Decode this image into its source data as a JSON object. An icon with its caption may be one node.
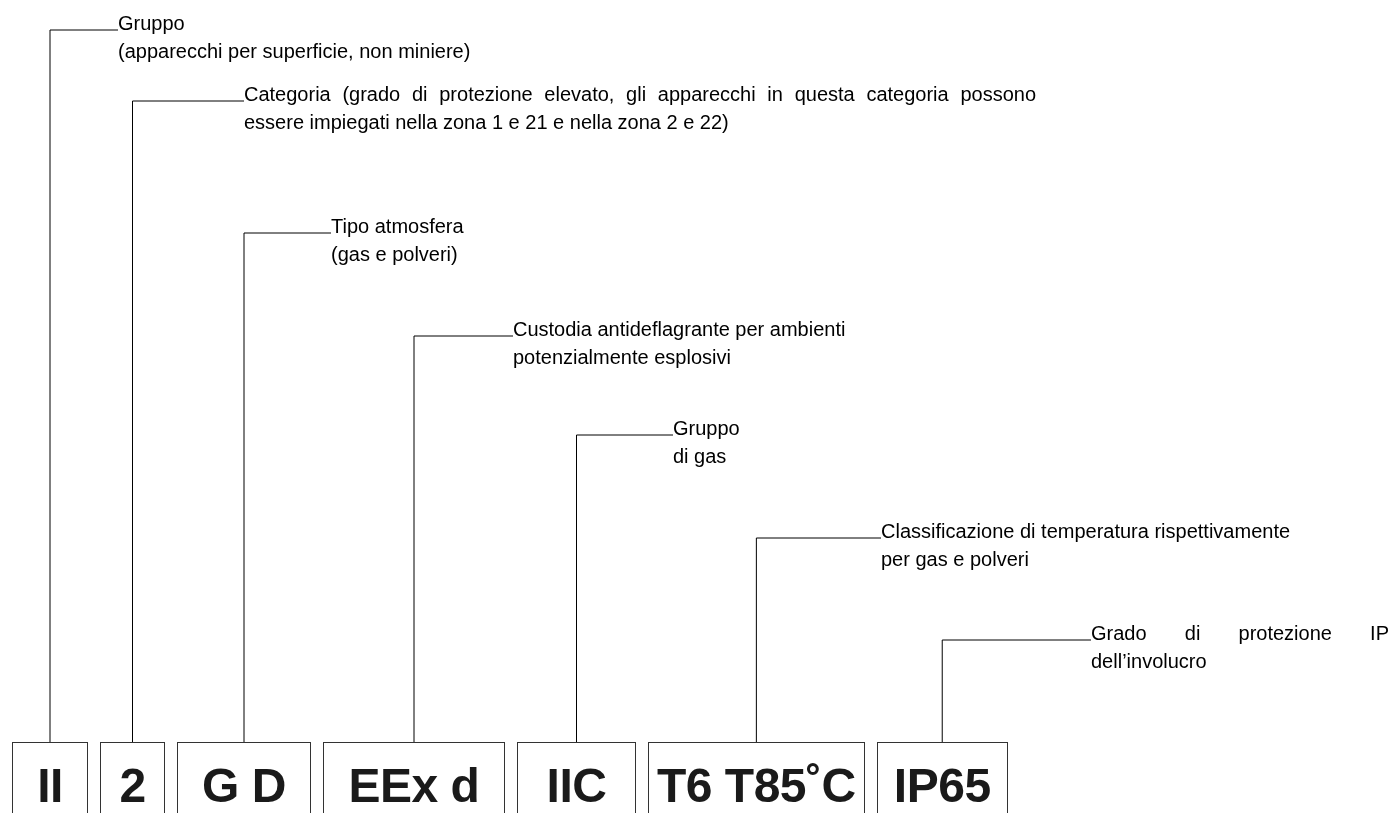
{
  "diagram": {
    "nodes": [
      {
        "text": [
          "Gruppo",
          "(apparecchi per superficie, non miniere)"
        ]
      },
      {
        "text": [
          "Categoria (grado di protezione elevato, gli apparecchi in questa categoria possono essere impiegati nella zona 1 e 21 e nella zona 2 e 22)"
        ]
      },
      {
        "text": [
          "Tipo atmosfera",
          "(gas e polveri)"
        ]
      },
      {
        "text": [
          "Custodia antideflagrante per ambienti potenzialmente esplosivi"
        ]
      },
      {
        "text": [
          "Gruppo",
          "di gas"
        ]
      },
      {
        "text": [
          "Classificazione di temperatura rispettivamente per gas e polveri"
        ]
      },
      {
        "text": [
          "Grado di protezione IP dell’involucro"
        ]
      },
      {
        "text": [
          "II"
        ]
      },
      {
        "text": [
          "2"
        ]
      },
      {
        "text": [
          "G D"
        ]
      },
      {
        "text": [
          "EEx d"
        ]
      },
      {
        "text": [
          "IIC"
        ]
      },
      {
        "text": [
          "T6 T85˚C"
        ]
      },
      {
        "text": [
          "IP65"
        ]
      }
    ],
    "edges": [
      {
        "from": 0,
        "to": 7,
        "arrow": "none"
      },
      {
        "from": 1,
        "to": 8,
        "arrow": "none"
      },
      {
        "from": 2,
        "to": 9,
        "arrow": "none"
      },
      {
        "from": 3,
        "to": 10,
        "arrow": "none"
      },
      {
        "from": 4,
        "to": 11,
        "arrow": "none"
      },
      {
        "from": 5,
        "to": 12,
        "arrow": "none"
      },
      {
        "from": 6,
        "to": 13,
        "arrow": "none"
      }
    ]
  }
}
